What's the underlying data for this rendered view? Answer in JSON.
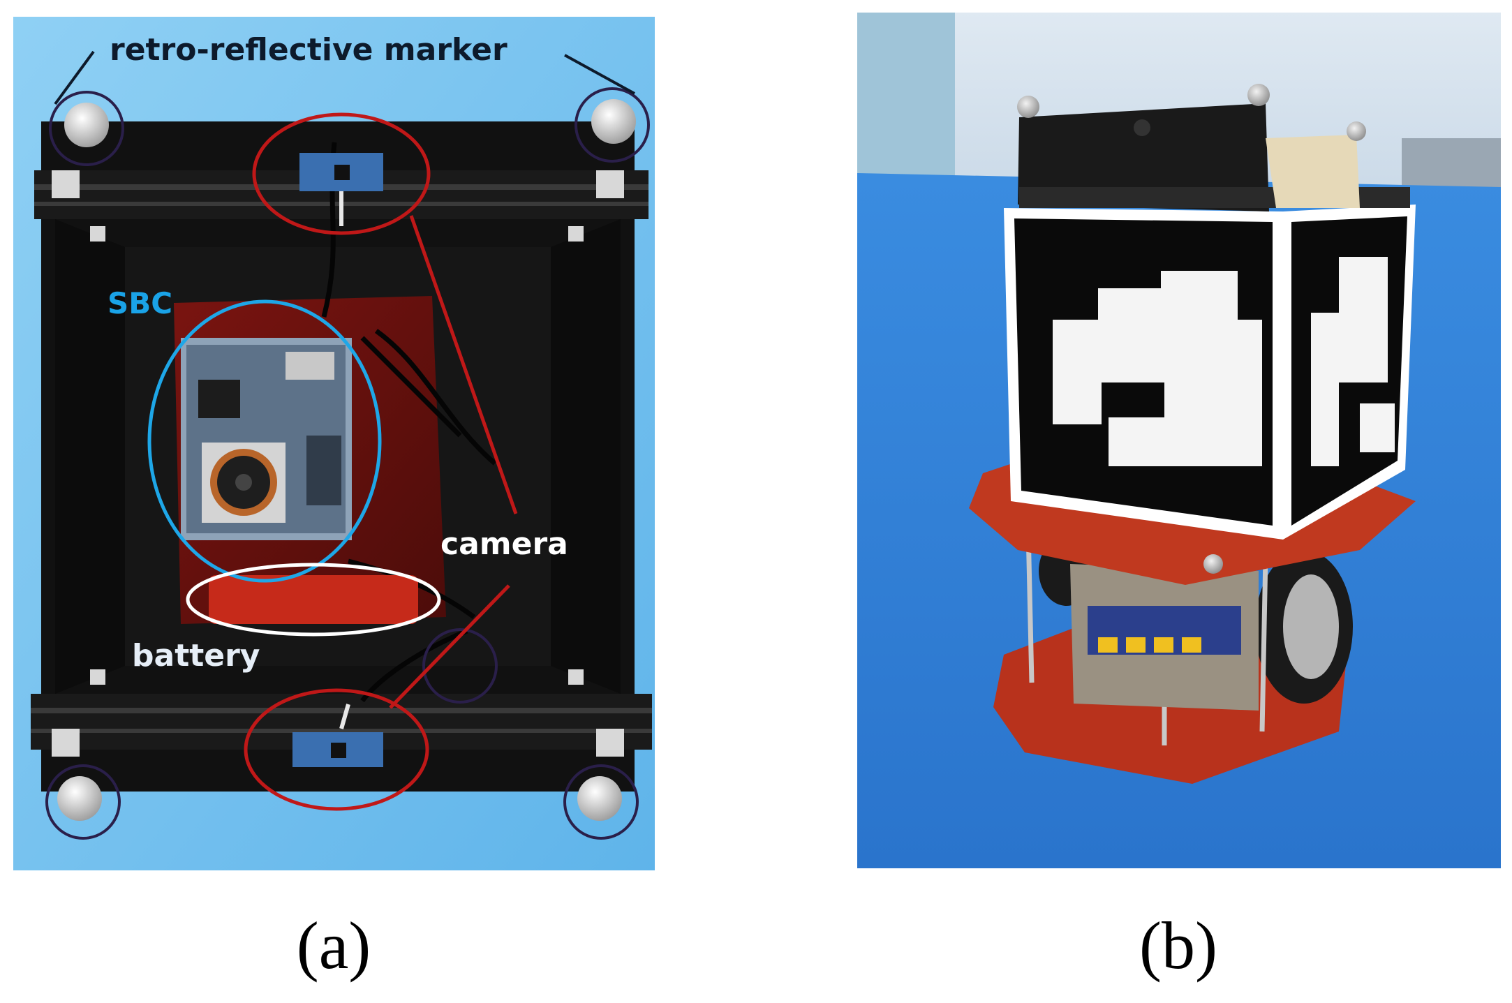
{
  "figure": {
    "panels": [
      {
        "caption": "(a)",
        "labels": {
          "marker": "retro-reflective marker",
          "sbc": "SBC",
          "camera": "camera",
          "battery": "battery"
        }
      },
      {
        "caption": "(b)"
      }
    ]
  },
  "colors": {
    "marker_label": "#0d1a2b",
    "sbc_label": "#1aa3e8",
    "camera_label": "#ffffff",
    "battery_label": "#e6eef7",
    "camera_ellipse": "#c01818",
    "sbc_ellipse": "#1ea7e8",
    "battery_ellipse": "#ffffff",
    "marker_circle": "#2a1f4a",
    "robot_base": "#b8321c",
    "floor": "#2f7fd8"
  }
}
